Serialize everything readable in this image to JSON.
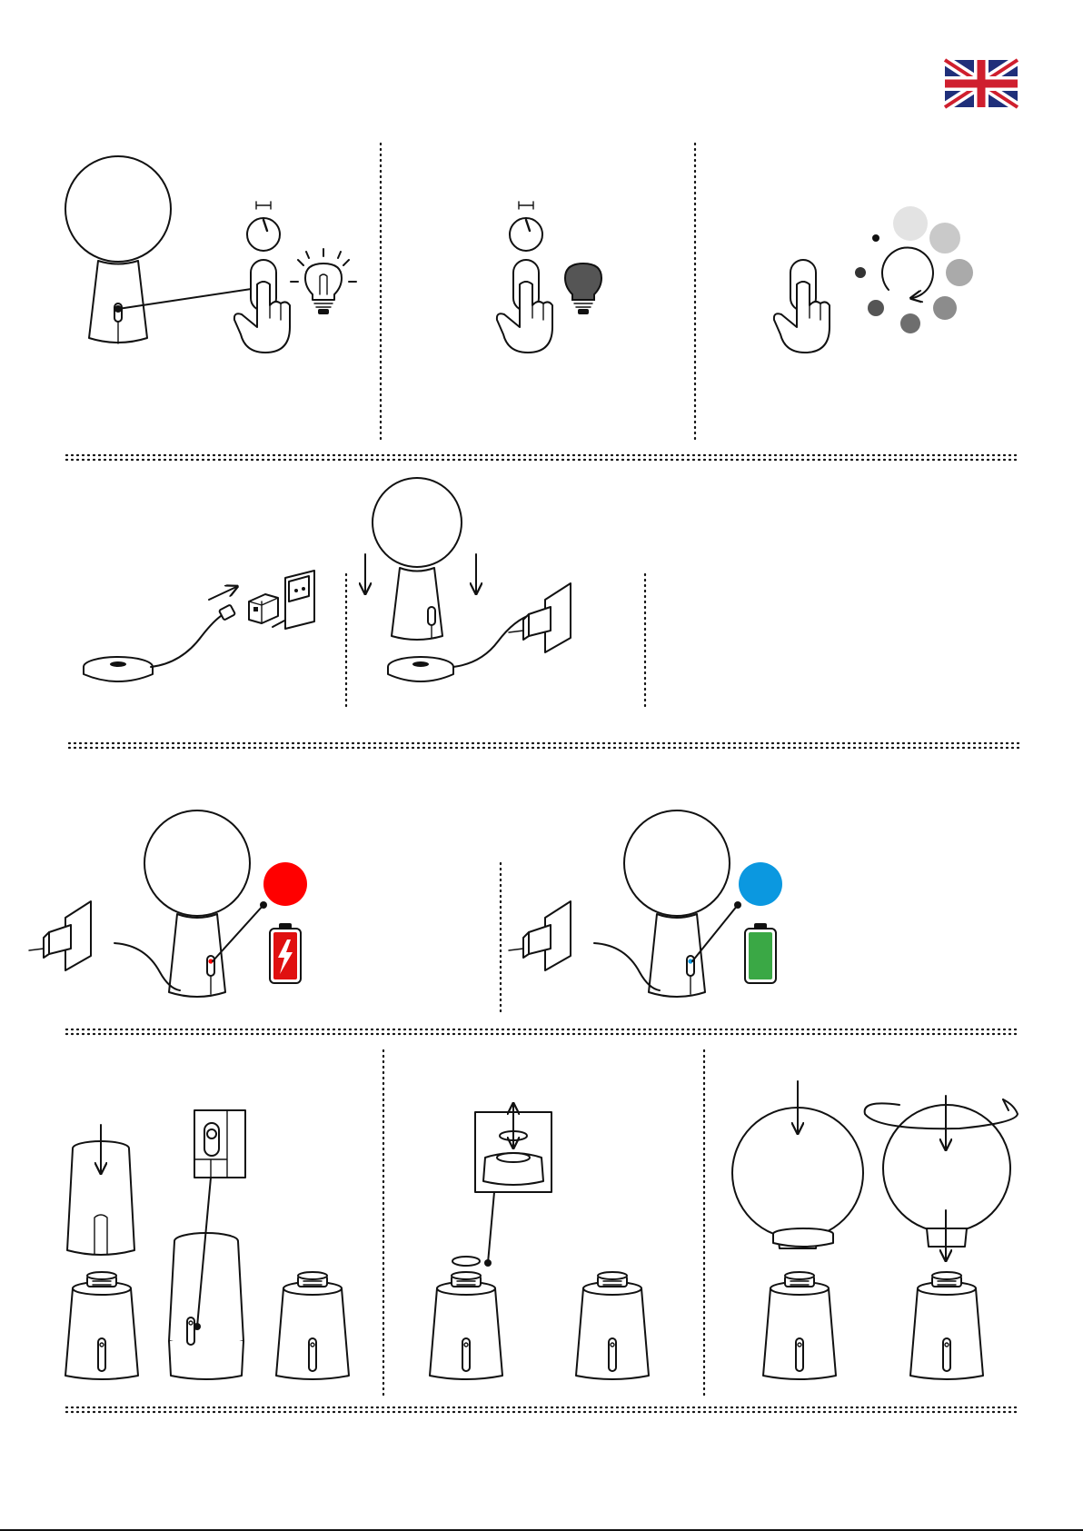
{
  "language_flag": {
    "icon": "uk-flag-icon",
    "colors": {
      "blue": "#1f2f7a",
      "red": "#cf1f2e",
      "white": "#ffffff"
    }
  },
  "sections": [
    {
      "id": "operation",
      "steps": [
        "press-and-hold-on",
        "press-and-hold-off",
        "tap-cycle-brightness"
      ]
    },
    {
      "id": "charging-setup",
      "steps": [
        "connect-cable-adapter-socket",
        "place-lamp-on-charging-base"
      ]
    },
    {
      "id": "charging-status",
      "steps": [
        "charging",
        "fully-charged"
      ]
    },
    {
      "id": "assembly",
      "steps": [
        "attach-shell-and-check-button",
        "fit-disc-on-top",
        "screw-on-globe"
      ]
    }
  ],
  "indicators": {
    "charging": {
      "led_color": "#ff0000",
      "battery_fill": "#e01010",
      "battery_symbol": "lightning-bolt-icon"
    },
    "charged": {
      "led_color": "#0b98e0",
      "battery_fill": "#3aa845"
    }
  },
  "brightness_levels": {
    "count": 7,
    "colors": [
      "#e3e3e3",
      "#c9c9c9",
      "#aaaaaa",
      "#8c8c8c",
      "#6e6e6e",
      "#555555",
      "#333333"
    ]
  }
}
